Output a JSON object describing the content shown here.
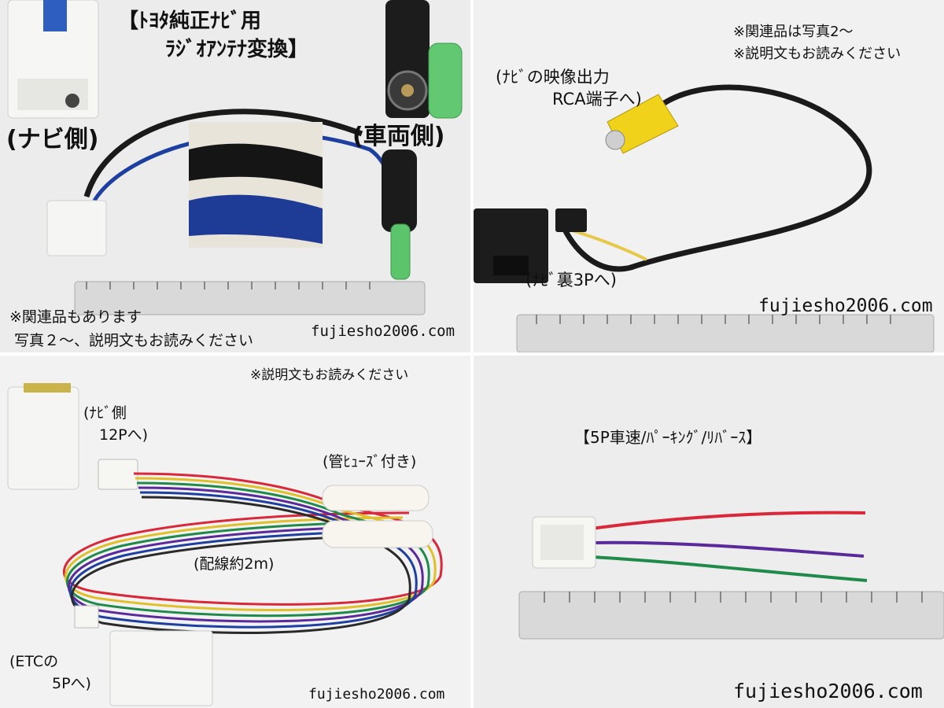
{
  "panels": {
    "p1": {
      "title_line1": "【ﾄﾖﾀ純正ﾅﾋﾞ用",
      "title_line2": "ﾗｼﾞｵｱﾝﾃﾅ変換】",
      "label_navi_side": "(ナビ側)",
      "label_vehicle_side": "(車両側)",
      "note_line1": "※関連品もあります",
      "note_line2": "写真２～、説明文もお読みください",
      "site": "fujiesho2006.com"
    },
    "p2": {
      "note_line1": "※関連品は写真2～",
      "note_line2": "※説明文もお読みください",
      "label_output_line1": "(ﾅﾋﾞの映像出力",
      "label_output_line2": "RCA端子へ)",
      "label_connector": "(ﾅﾋﾞ裏3Pへ)",
      "site": "fujiesho2006.com"
    },
    "p3": {
      "note": "※説明文もお読みください",
      "label_navi_line1": "(ﾅﾋﾞ側",
      "label_navi_line2": "12Pへ)",
      "label_fuse": "(管ﾋｭｰｽﾞ付き)",
      "label_wiring": "(配線約2m)",
      "label_etc_line1": "(ETCの",
      "label_etc_line2": "5Pへ)",
      "site": "fujiesho2006.com"
    },
    "p4": {
      "title": "【5P車速/ﾊﾟｰｷﾝｸﾞ/ﾘﾊﾞｰｽ】",
      "site": "fujiesho2006.com"
    }
  },
  "colors": {
    "black_wire": "#1a1a1a",
    "blue_wire": "#1d3fa0",
    "green_terminal": "#5cc46a",
    "yellow_rca": "#f0d21a",
    "red_wire": "#d8283a",
    "purple_wire": "#5a2a9a",
    "green_wire": "#1f8a4a",
    "connector_white": "#f4f4f2"
  }
}
